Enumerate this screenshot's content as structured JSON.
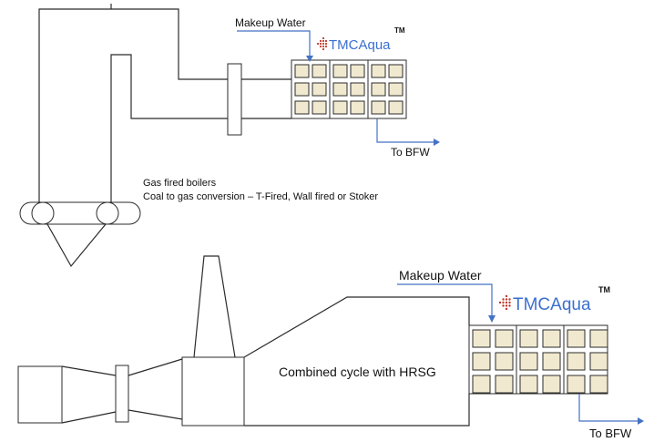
{
  "boiler_section": {
    "makeup_label": "Makeup Water",
    "brand_name": "TMCAqua",
    "trademark": "TM",
    "outlet_label": "To BFW",
    "caption_line1": "Gas fired boilers",
    "caption_line2": "Coal to gas conversion – T-Fired, Wall fired or Stoker"
  },
  "hrsg_section": {
    "makeup_label": "Makeup Water",
    "brand_name": "TMCAqua",
    "trademark": "TM",
    "caption": "Combined cycle with HRSG",
    "outlet_label": "To BFW"
  },
  "colors": {
    "arrow": "#4472c4",
    "cell_fill": "#f1e9cf",
    "brand_text": "#3b6fd1",
    "logo_dots": "#c0392b"
  }
}
